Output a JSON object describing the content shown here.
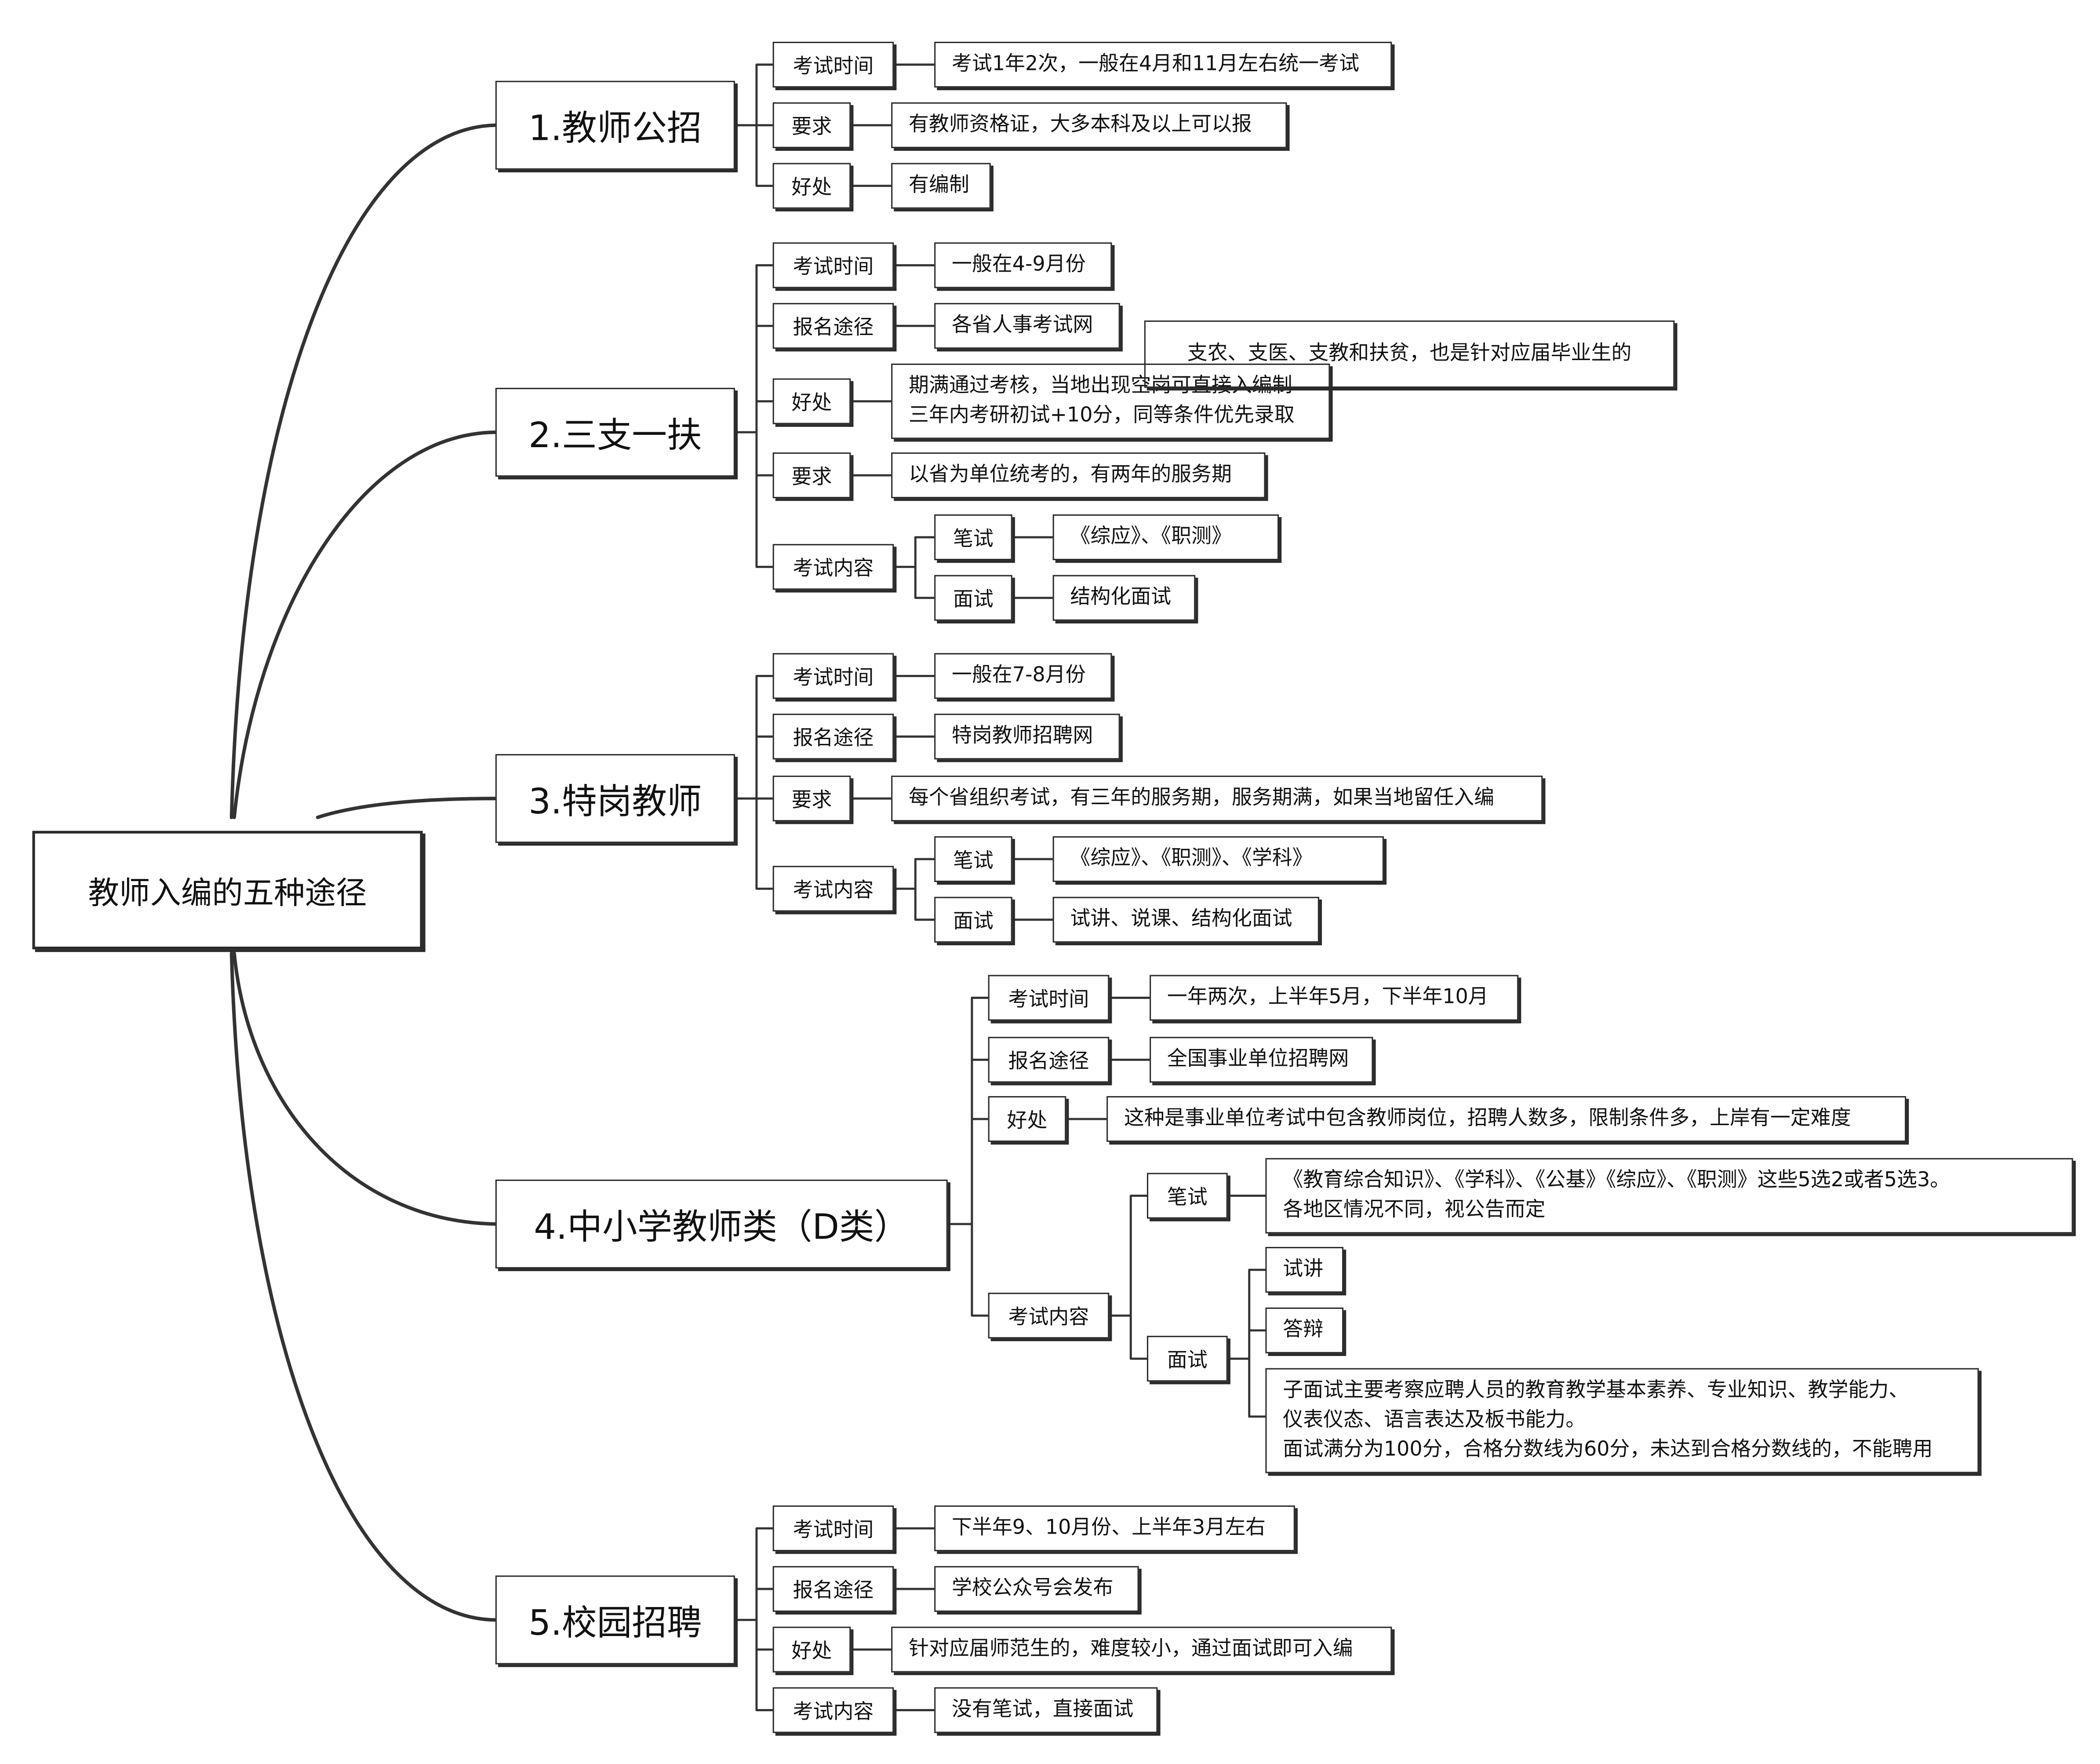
{
  "root": "教师入编的五种途径",
  "branches": [
    {
      "title": "1.教师公招",
      "items": [
        {
          "label": "考试时间",
          "value": "考试1年2次，一般在4月和11月左右统一考试"
        },
        {
          "label": "要求",
          "value": "有教师资格证，大多本科及以上可以报"
        },
        {
          "label": "好处",
          "value": "有编制"
        }
      ]
    },
    {
      "title": "2.三支一扶",
      "items": [
        {
          "label": "考试时间",
          "value": "一般在4-9月份"
        },
        {
          "label": "报名途径",
          "value": "各省人事考试网"
        },
        {
          "label": "好处",
          "value": "期满通过考核，当地出现空岗可直接入编制\n三年内考研初试+10分，同等条件优先录取"
        },
        {
          "label": "要求",
          "value": "以省为单位统考的，有两年的服务期"
        },
        {
          "label": "考试内容",
          "children": [
            {
              "label": "笔试",
              "value": "《综应》、《职测》"
            },
            {
              "label": "面试",
              "value": "结构化面试"
            }
          ]
        }
      ],
      "note": "支农、支医、支教和扶贫，也是针对应届毕业生的"
    },
    {
      "title": "3.特岗教师",
      "items": [
        {
          "label": "考试时间",
          "value": "一般在7-8月份"
        },
        {
          "label": "报名途径",
          "value": "特岗教师招聘网"
        },
        {
          "label": "要求",
          "value": "每个省组织考试，有三年的服务期，服务期满，如果当地留任入编"
        },
        {
          "label": "考试内容",
          "children": [
            {
              "label": "笔试",
              "value": "《综应》、《职测》、《学科》"
            },
            {
              "label": "面试",
              "value": "试讲、说课、结构化面试"
            }
          ]
        }
      ]
    },
    {
      "title": "4.中小学教师类（D类）",
      "items": [
        {
          "label": "考试时间",
          "value": "一年两次，上半年5月，下半年10月"
        },
        {
          "label": "报名途径",
          "value": "全国事业单位招聘网"
        },
        {
          "label": "好处",
          "value": "这种是事业单位考试中包含教师岗位，招聘人数多，限制条件多，上岸有一定难度"
        },
        {
          "label": "考试内容",
          "children": [
            {
              "label": "笔试",
              "value": "《教育综合知识》、《学科》、《公基》《综应》、《职测》这些5选2或者5选3。\n各地区情况不同，视公告而定"
            },
            {
              "label": "面试",
              "values": [
                "试讲",
                "答辩",
                "子面试主要考察应聘人员的教育教学基本素养、专业知识、教学能力、\n仪表仪态、语言表达及板书能力。\n面试满分为100分，合格分数线为60分，未达到合格分数线的，不能聘用"
              ]
            }
          ]
        }
      ]
    },
    {
      "title": "5.校园招聘",
      "items": [
        {
          "label": "考试时间",
          "value": "下半年9、10月份、上半年3月左右"
        },
        {
          "label": "报名途径",
          "value": "学校公众号会发布"
        },
        {
          "label": "好处",
          "value": "针对应届师范生的，难度较小，通过面试即可入编"
        },
        {
          "label": "考试内容",
          "value": "没有笔试，直接面试"
        }
      ]
    }
  ]
}
